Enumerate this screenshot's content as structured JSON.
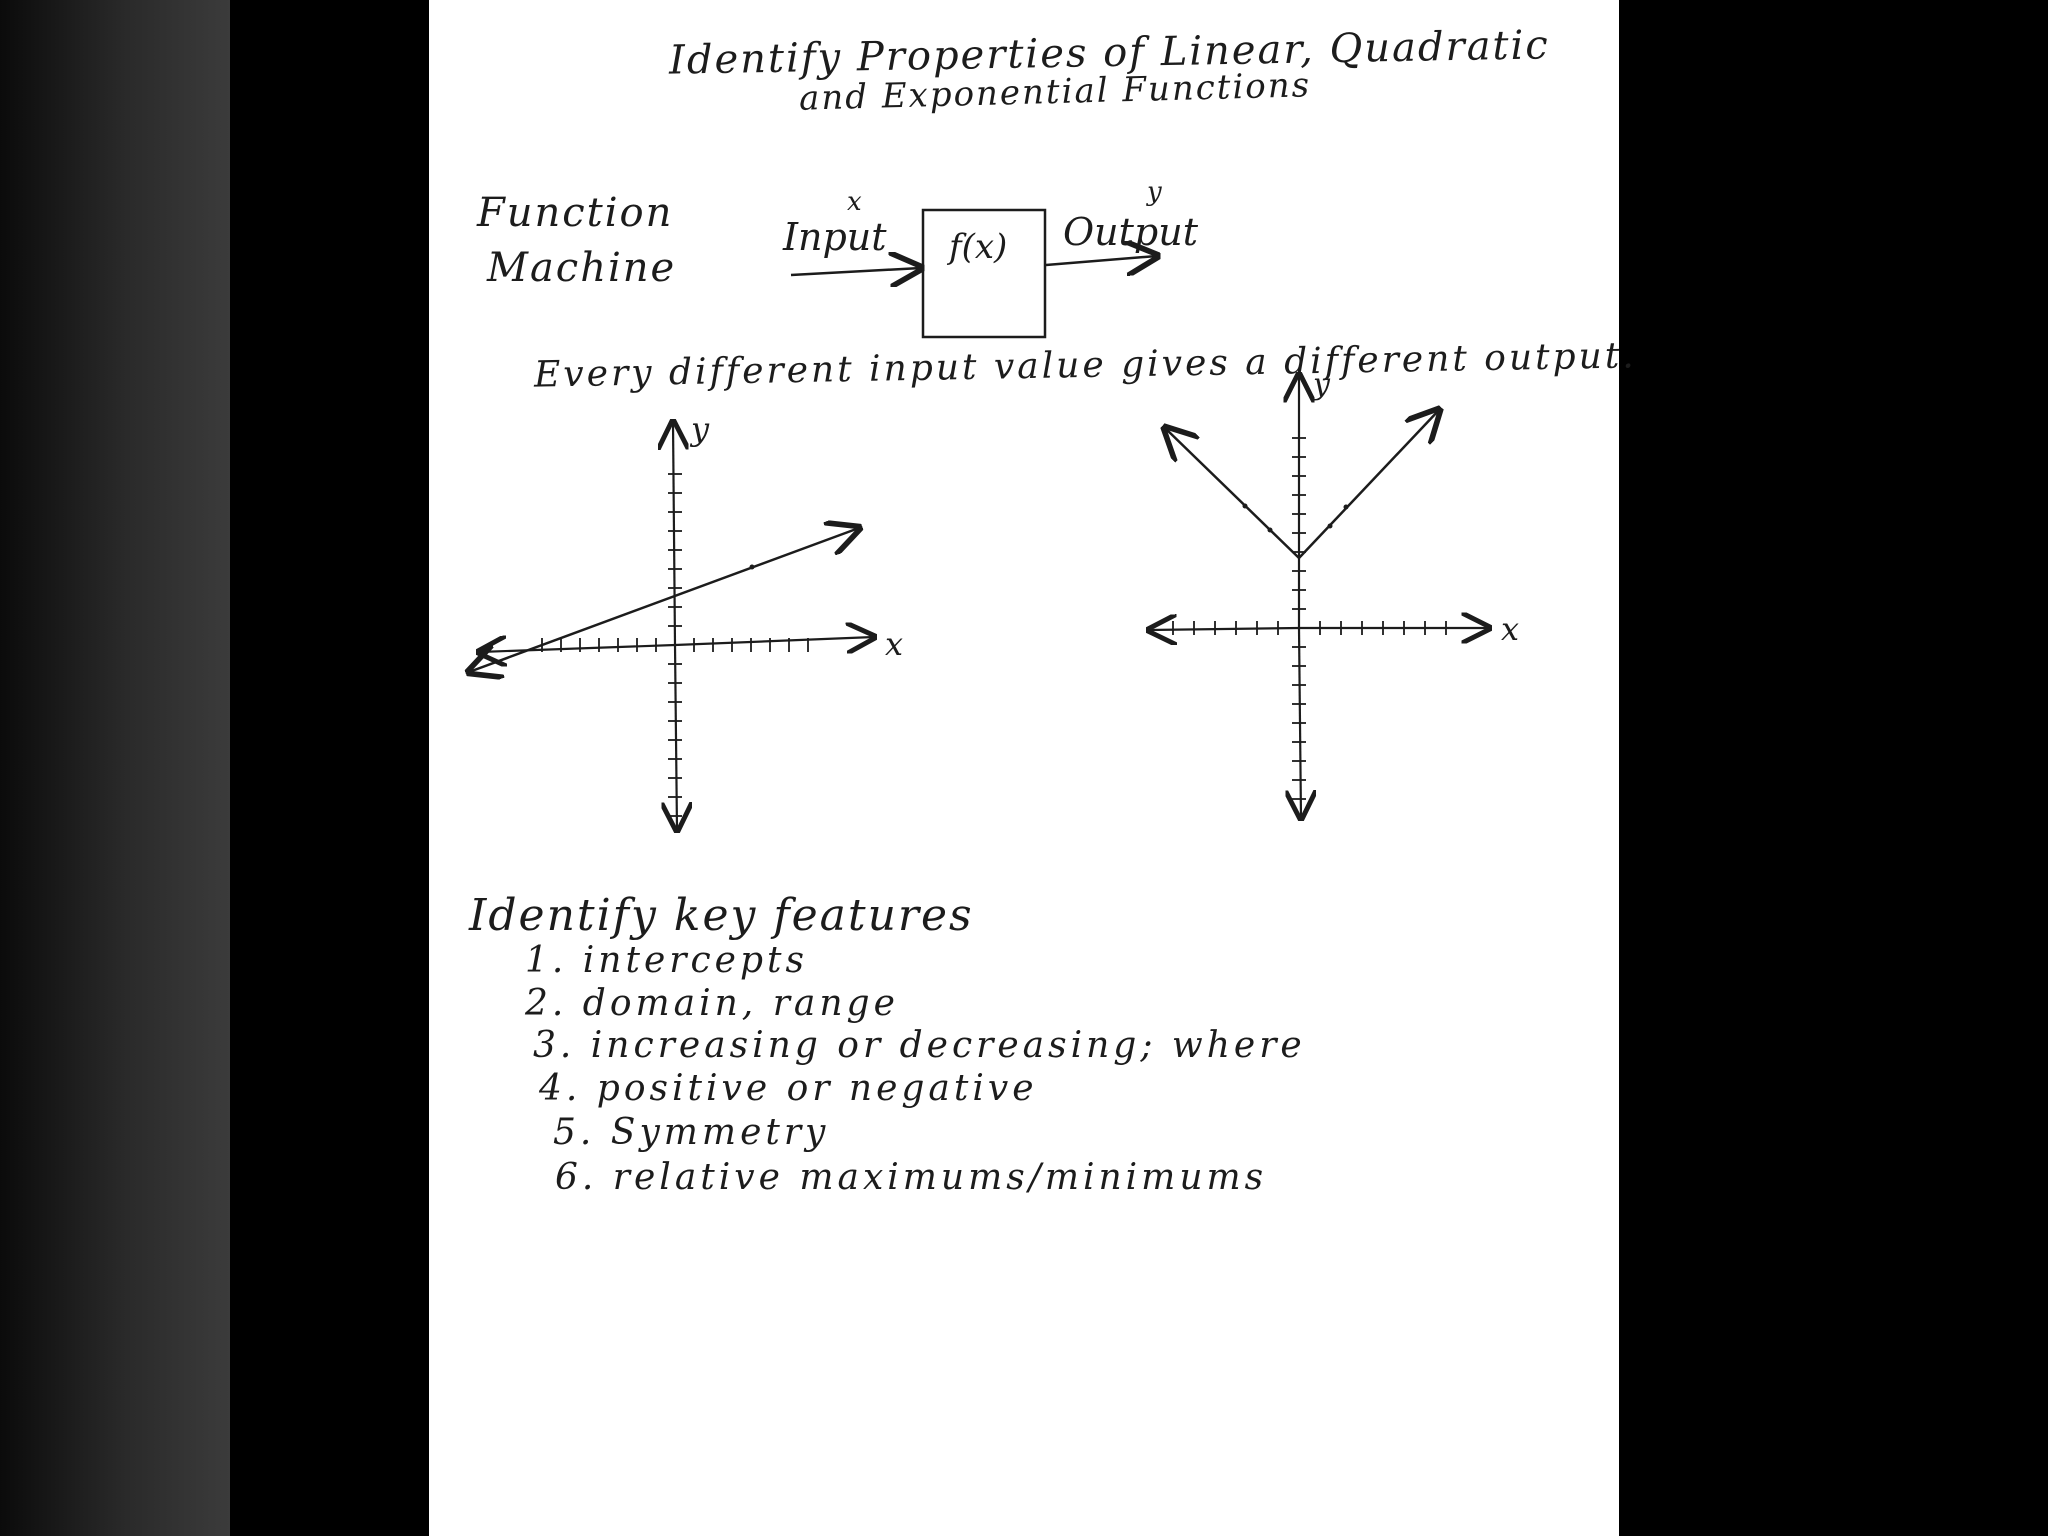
{
  "title": {
    "line1": "Identify Properties of Linear, Quadratic",
    "line2": "and Exponential Functions"
  },
  "function_machine": {
    "label_line1": "Function",
    "label_line2": "Machine",
    "input_var": "x",
    "input_label": "Input",
    "box_label": "f(x)",
    "output_var": "y",
    "output_label": "Output"
  },
  "statement": "Every different input value gives a different output.",
  "graph_left": {
    "x_label": "x",
    "y_label": "y"
  },
  "graph_right": {
    "x_label": "x",
    "y_label": "y"
  },
  "features": {
    "heading": "Identify key features",
    "items": [
      "1. intercepts",
      "2. domain, range",
      "3. increasing or decreasing; where",
      "4. positive or negative",
      "5. Symmetry",
      "6. relative maximums/minimums"
    ]
  }
}
